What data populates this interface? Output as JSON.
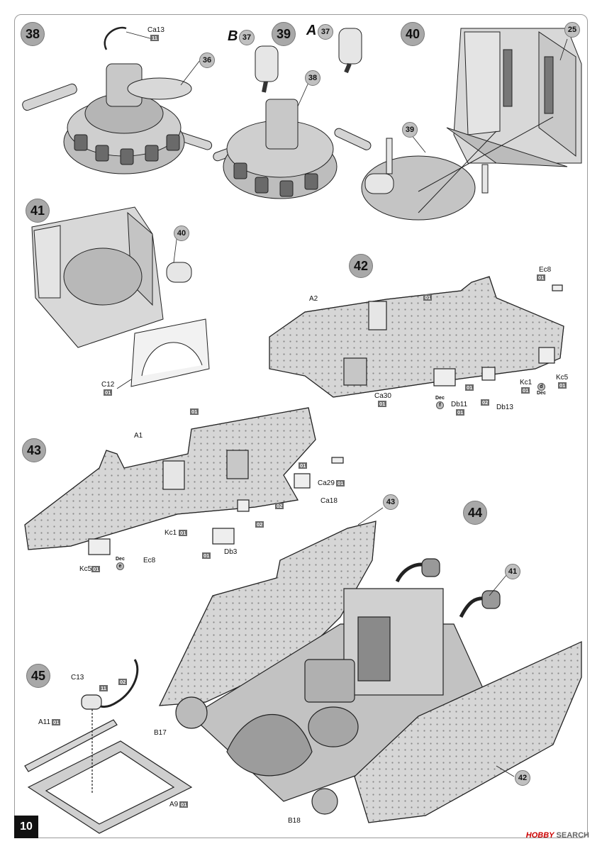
{
  "page": {
    "number": "10"
  },
  "steps": {
    "s38": "38",
    "s39": "39",
    "s40": "40",
    "s41": "41",
    "s42": "42",
    "s43": "43",
    "s44": "44",
    "s45": "45"
  },
  "callouts": {
    "c36": "36",
    "c37b": "37",
    "c37a": "37",
    "c38": "38",
    "c25": "25",
    "c39": "39",
    "c40": "40",
    "c43": "43",
    "c41": "41",
    "c42": "42"
  },
  "variants": {
    "b": "B",
    "a": "A"
  },
  "labels": {
    "ca13": "Ca13",
    "ca13_code": "11",
    "c12": "C12",
    "c12_code": "01",
    "a2": "A2",
    "a2_code": "01",
    "ec8_42": "Ec8",
    "ec8_42_code": "01",
    "kc1_42": "Kc1",
    "kc1_42_code": "01",
    "kc5_42": "Kc5",
    "kc5_42_code": "01",
    "db11": "Db11",
    "db11_code": "01",
    "db13": "Db13",
    "db13_code": "02",
    "ca30": "Ca30",
    "ca30_code": "01",
    "code42_a": "01",
    "code42_b": "01",
    "a1": "A1",
    "code43_top": "01",
    "ca29": "Ca29",
    "ca29_code": "01",
    "ca18": "Ca18",
    "ca18_code1": "01",
    "ca18_code2": "02",
    "kc1_43": "Kc1",
    "kc1_43_code": "01",
    "kc5_43": "Kc5",
    "kc5_43_code": "01",
    "ec8_43": "Ec8",
    "db3": "Db3",
    "db3_code1": "01",
    "db3_code2": "02",
    "b17": "B17",
    "b18": "B18",
    "c13": "C13",
    "c13_code1": "11",
    "c13_code2": "02",
    "a11": "A11",
    "a11_code": "01",
    "a9": "A9",
    "a9_code": "01",
    "dec_label": "Dec",
    "dec_f": "f",
    "dec_d": "d",
    "dec_e": "e"
  },
  "watermark": {
    "brand": "HOBBY",
    "suffix": "SEARCH"
  }
}
